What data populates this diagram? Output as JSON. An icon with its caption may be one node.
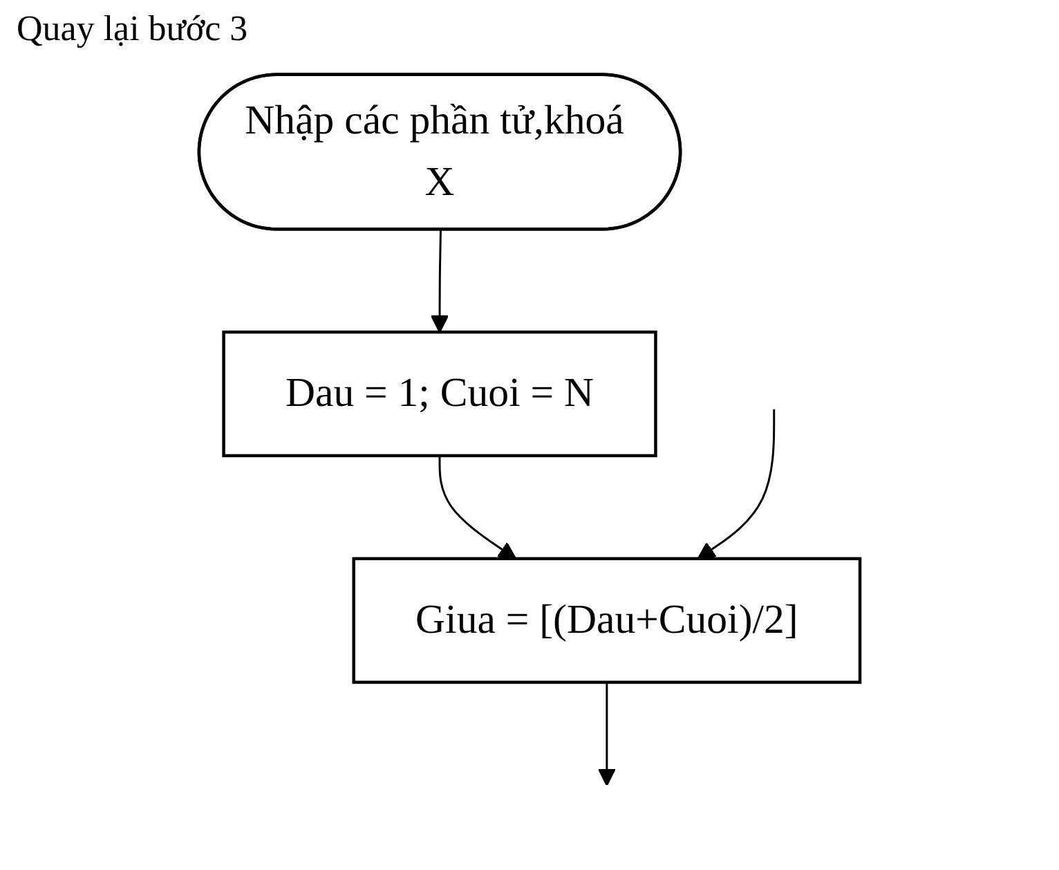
{
  "diagram": {
    "nodes": [
      {
        "text": [
          "Nhập các phần tử,khoá X"
        ]
      },
      {
        "text": [
          "Dau = 1; Cuoi = N"
        ]
      },
      {
        "text": [
          "Giua = [(Dau+Cuoi)/2]"
        ]
      }
    ],
    "edges": [
      {
        "from": 0,
        "to": 1,
        "arrow": "to"
      },
      {
        "from": 1,
        "to": 2,
        "arrow": "to"
      },
      {
        "from": null,
        "to": 2,
        "arrow": "to"
      },
      {
        "from": 2,
        "to": null,
        "arrow": "to"
      }
    ],
    "labels": [
      "Quay lại bước 3"
    ]
  }
}
